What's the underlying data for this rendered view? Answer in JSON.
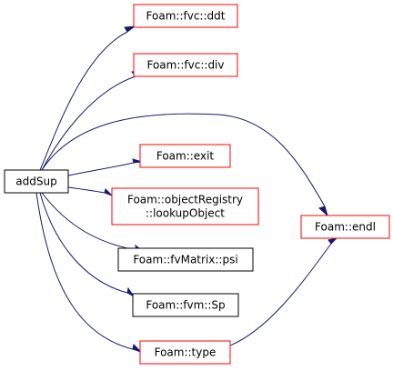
{
  "graph": {
    "colors": {
      "edge": "#191970",
      "root_fill": "#bfbfbf",
      "root_border": "#000000",
      "node_red_border": "#ff0000",
      "node_black_border": "#000000",
      "node_fill": "#ffffff"
    },
    "nodes": {
      "root": {
        "lines": [
          "addSup"
        ],
        "border": "black",
        "highlight": true
      },
      "ddt": {
        "lines": [
          "Foam::fvc::ddt"
        ],
        "border": "red"
      },
      "div": {
        "lines": [
          "Foam::fvc::div"
        ],
        "border": "red"
      },
      "exit": {
        "lines": [
          "Foam::exit"
        ],
        "border": "red"
      },
      "lookup": {
        "lines": [
          "Foam::objectRegistry",
          "::lookupObject"
        ],
        "border": "red"
      },
      "psi": {
        "lines": [
          "Foam::fvMatrix::psi"
        ],
        "border": "black"
      },
      "sp": {
        "lines": [
          "Foam::fvm::Sp"
        ],
        "border": "black"
      },
      "type": {
        "lines": [
          "Foam::type"
        ],
        "border": "red"
      },
      "endl": {
        "lines": [
          "Foam::endl"
        ],
        "border": "red"
      }
    },
    "edges": [
      {
        "from": "root",
        "to": "ddt"
      },
      {
        "from": "root",
        "to": "div"
      },
      {
        "from": "root",
        "to": "endl"
      },
      {
        "from": "root",
        "to": "exit"
      },
      {
        "from": "root",
        "to": "lookup"
      },
      {
        "from": "root",
        "to": "psi"
      },
      {
        "from": "root",
        "to": "sp"
      },
      {
        "from": "root",
        "to": "type"
      },
      {
        "from": "type",
        "to": "endl"
      }
    ]
  }
}
